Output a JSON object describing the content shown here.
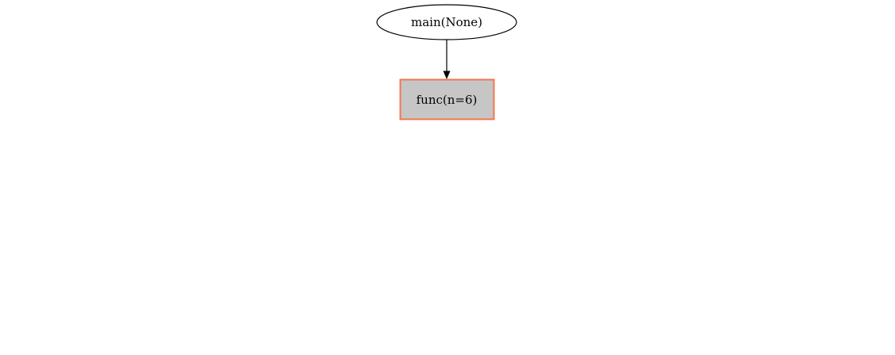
{
  "diagram": {
    "type": "call-graph",
    "background": "#ffffff",
    "nodes": [
      {
        "id": "main",
        "label": "main(None)",
        "shape": "ellipse",
        "fill": "#ffffff",
        "stroke": "#000000"
      },
      {
        "id": "func",
        "label": "func(n=6)",
        "shape": "box",
        "fill": "#c6c6c6",
        "stroke": "#f4764e"
      }
    ],
    "edges": [
      {
        "from": "main",
        "to": "func",
        "color": "#000000"
      }
    ]
  }
}
